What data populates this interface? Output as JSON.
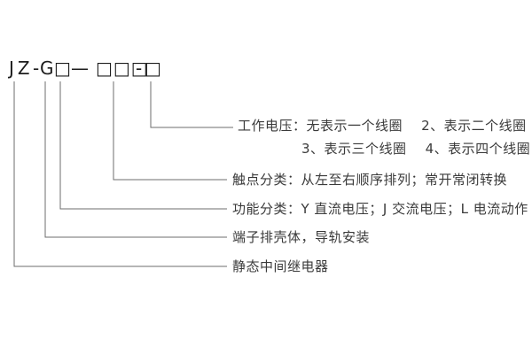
{
  "model": {
    "full_code": "JZ-G□-□□□-□",
    "p1": "JZ",
    "p2": "-",
    "p3": "G",
    "p4": "□",
    "p5": "—",
    "p6": "□□□",
    "p7": "-",
    "p8": "□"
  },
  "callouts": {
    "working_voltage_line1": "工作电压：无表示一个线圈    2、表示二个线圈",
    "working_voltage_line2": "3、表示三个线圈    4、表示四个线圈",
    "contact": "触点分类：从左至右顺序排列；常开常闭转换",
    "function": "功能分类：Y 直流电压；J 交流电压；L 电流动作",
    "housing": "端子排壳体，导轨安装",
    "relay": "静态中间继电器"
  }
}
